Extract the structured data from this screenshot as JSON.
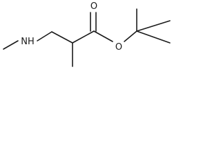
{
  "molecule": {
    "atoms": {
      "nh": "NH",
      "o_carbonyl": "O",
      "o_ester": "O"
    }
  }
}
